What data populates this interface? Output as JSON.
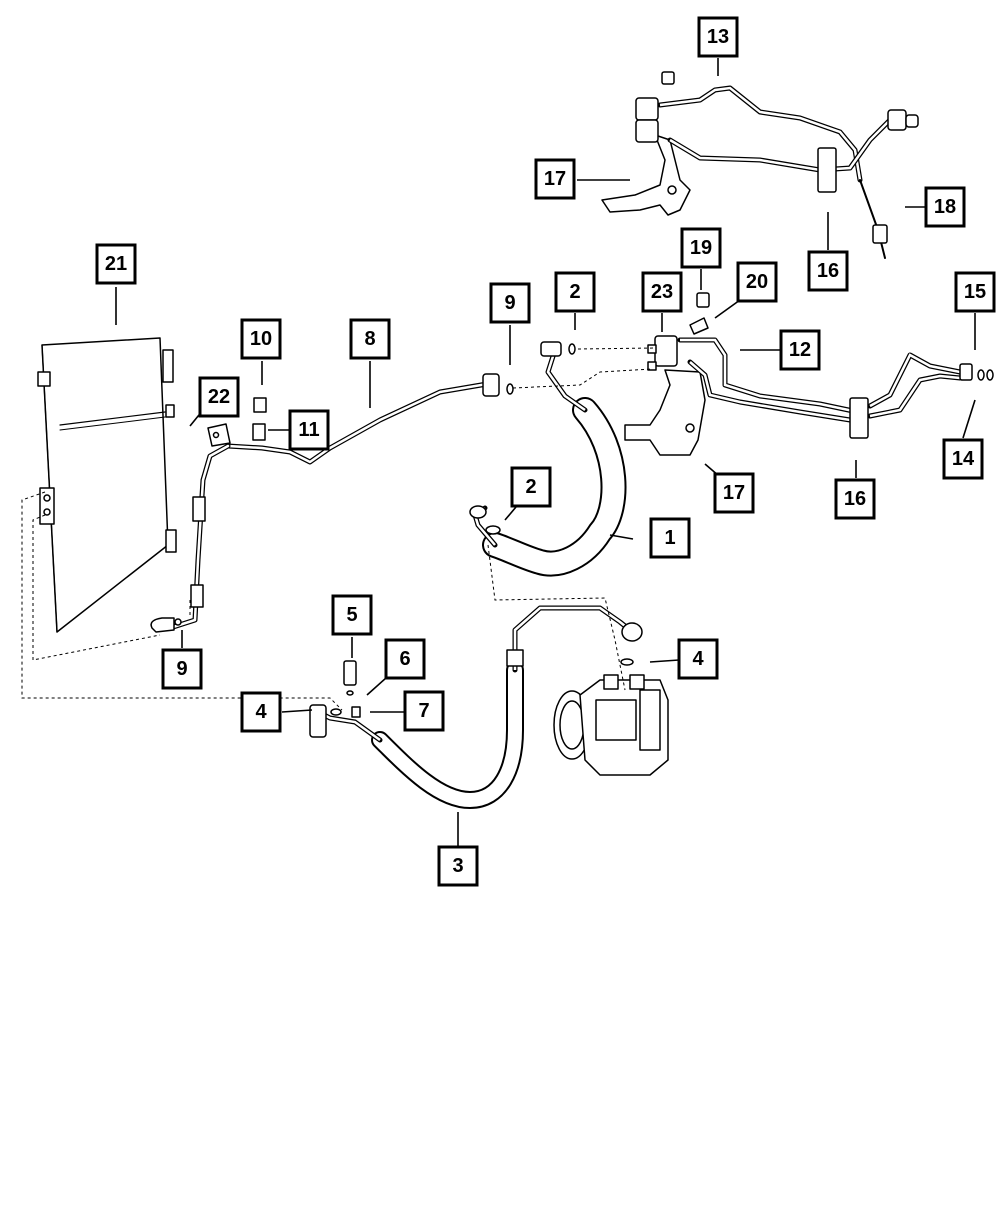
{
  "diagram": {
    "callouts": [
      {
        "id": "c1",
        "label": "1"
      },
      {
        "id": "c2a",
        "label": "2"
      },
      {
        "id": "c2b",
        "label": "2"
      },
      {
        "id": "c3",
        "label": "3"
      },
      {
        "id": "c4a",
        "label": "4"
      },
      {
        "id": "c4b",
        "label": "4"
      },
      {
        "id": "c5",
        "label": "5"
      },
      {
        "id": "c6",
        "label": "6"
      },
      {
        "id": "c7",
        "label": "7"
      },
      {
        "id": "c8",
        "label": "8"
      },
      {
        "id": "c9a",
        "label": "9"
      },
      {
        "id": "c9b",
        "label": "9"
      },
      {
        "id": "c10",
        "label": "10"
      },
      {
        "id": "c11",
        "label": "11"
      },
      {
        "id": "c12",
        "label": "12"
      },
      {
        "id": "c13",
        "label": "13"
      },
      {
        "id": "c14",
        "label": "14"
      },
      {
        "id": "c15",
        "label": "15"
      },
      {
        "id": "c16a",
        "label": "16"
      },
      {
        "id": "c16b",
        "label": "16"
      },
      {
        "id": "c17a",
        "label": "17"
      },
      {
        "id": "c17b",
        "label": "17"
      },
      {
        "id": "c18",
        "label": "18"
      },
      {
        "id": "c19",
        "label": "19"
      },
      {
        "id": "c20",
        "label": "20"
      },
      {
        "id": "c21",
        "label": "21"
      },
      {
        "id": "c22",
        "label": "22"
      },
      {
        "id": "c23",
        "label": "23"
      }
    ]
  }
}
